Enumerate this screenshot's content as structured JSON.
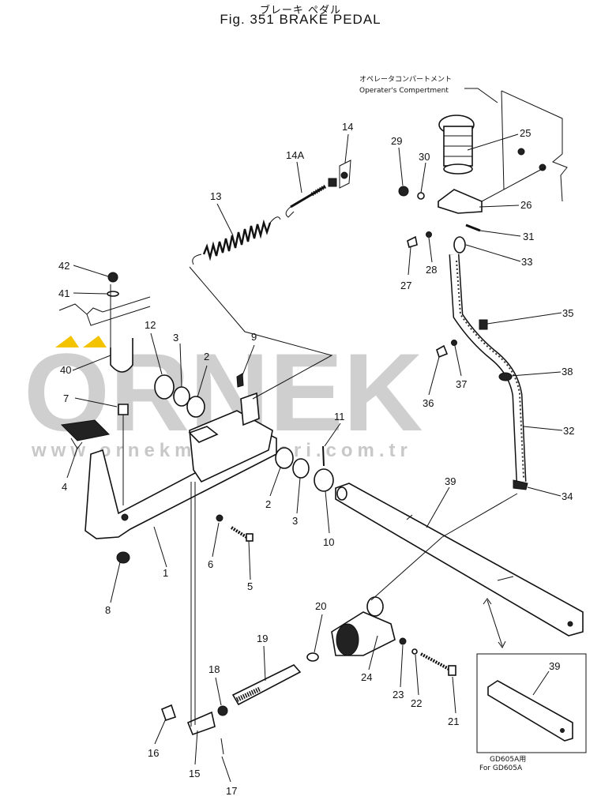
{
  "header": {
    "title_jp": "ブレーキ ペダル",
    "title_en": "Fig. 351 BRAKE PEDAL"
  },
  "compartment": {
    "label_jp": "オペレータコンパートメント",
    "label_en": "Operater's Compertment"
  },
  "inset": {
    "part_number": "39",
    "label_jp": "GD605A用",
    "label_en": "For GD605A"
  },
  "watermark": {
    "brand": "ORNEK",
    "url": "www.ornekmakinalari.com.tr"
  },
  "callouts": [
    "1",
    "2",
    "2",
    "3",
    "3",
    "4",
    "5",
    "6",
    "7",
    "8",
    "9",
    "10",
    "11",
    "12",
    "13",
    "14",
    "14A",
    "15",
    "16",
    "17",
    "18",
    "19",
    "20",
    "21",
    "22",
    "23",
    "24",
    "25",
    "26",
    "27",
    "28",
    "29",
    "30",
    "31",
    "32",
    "33",
    "34",
    "35",
    "36",
    "37",
    "38",
    "39",
    "40",
    "41",
    "42"
  ]
}
